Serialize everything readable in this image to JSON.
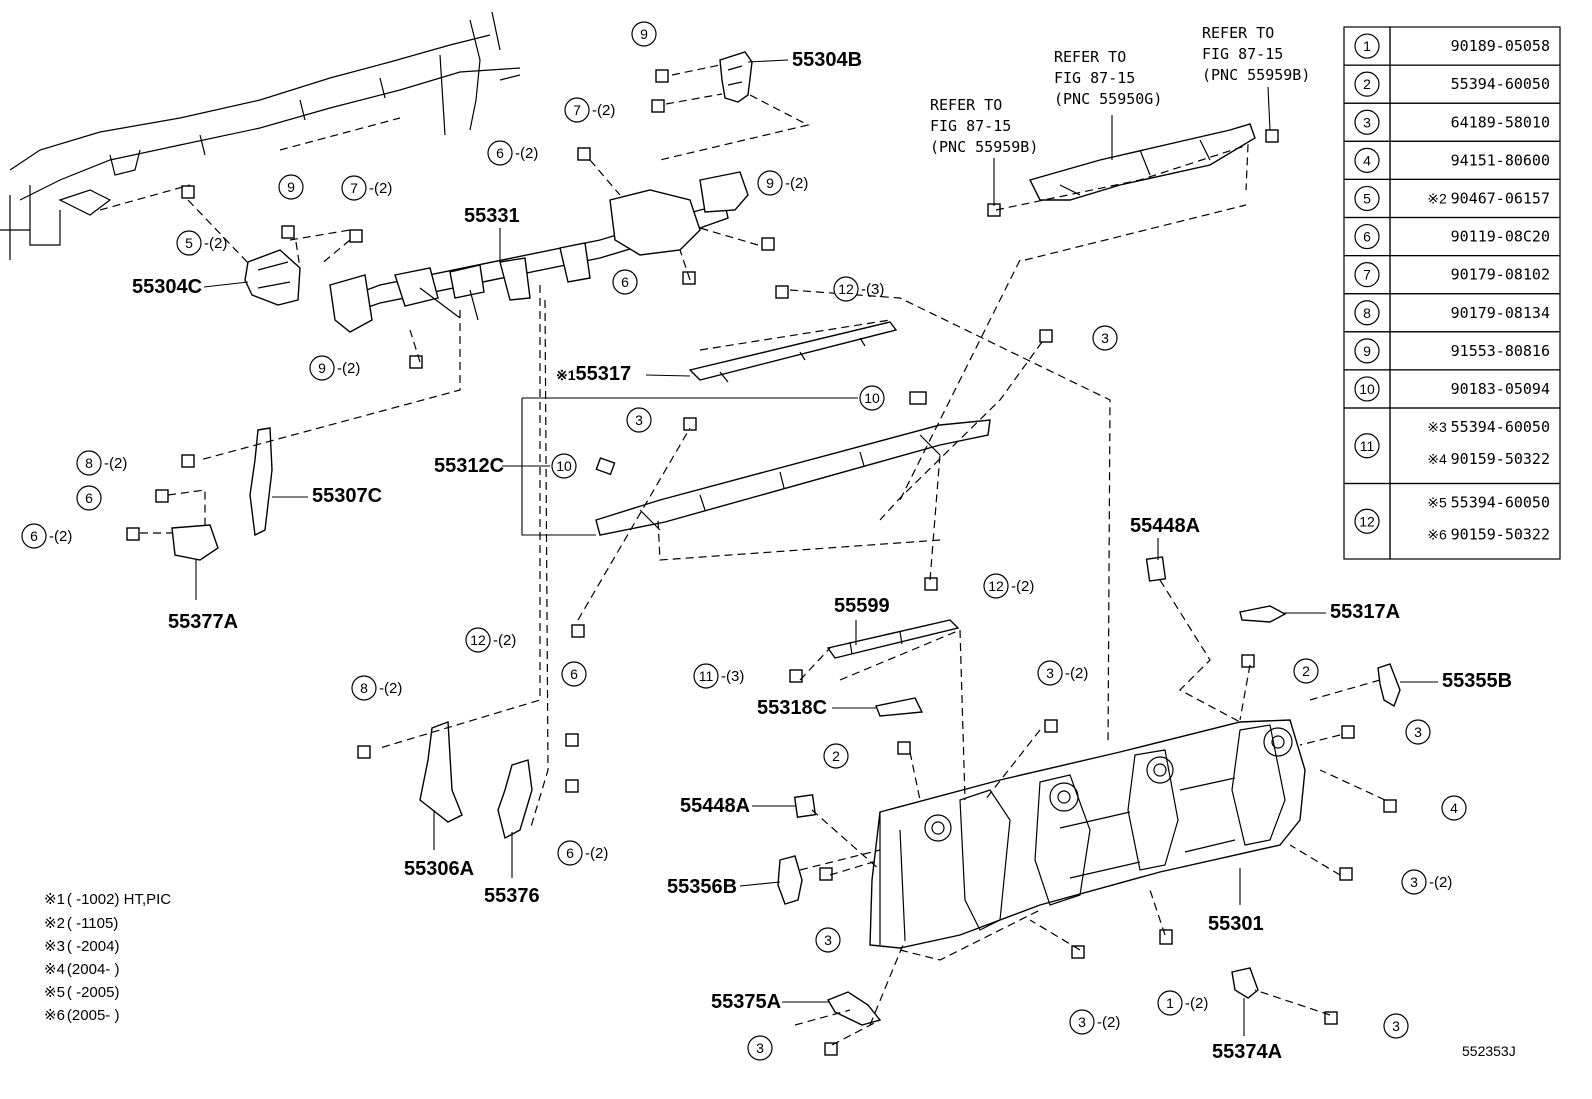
{
  "diagram": {
    "figure_code": "552353J",
    "part_labels": [
      "55304B",
      "55304C",
      "55331",
      "55317",
      "55312C",
      "55307C",
      "55377A",
      "55599",
      "55318C",
      "55306A",
      "55376",
      "55448A",
      "55356B",
      "55375A",
      "55317A",
      "55355B",
      "55301",
      "55374A",
      "55448A"
    ],
    "part_prefix_55317": "※1",
    "refer_notes": [
      {
        "line1": "REFER TO",
        "line2": "FIG 87-15",
        "line3": "(PNC 55959B)"
      },
      {
        "line1": "REFER TO",
        "line2": "FIG 87-15",
        "line3": "(PNC 55950G)"
      },
      {
        "line1": "REFER TO",
        "line2": "FIG 87-15",
        "line3": "(PNC 55959B)"
      }
    ],
    "callouts": [
      {
        "num": "9",
        "qty": ""
      },
      {
        "num": "7",
        "qty": "-(2)"
      },
      {
        "num": "6",
        "qty": "-(2)"
      },
      {
        "num": "9",
        "qty": "-(2)"
      },
      {
        "num": "9",
        "qty": ""
      },
      {
        "num": "7",
        "qty": "-(2)"
      },
      {
        "num": "5",
        "qty": "-(2)"
      },
      {
        "num": "6",
        "qty": ""
      },
      {
        "num": "12",
        "qty": "-(3)"
      },
      {
        "num": "9",
        "qty": "-(2)"
      },
      {
        "num": "3",
        "qty": ""
      },
      {
        "num": "10",
        "qty": ""
      },
      {
        "num": "3",
        "qty": ""
      },
      {
        "num": "10",
        "qty": ""
      },
      {
        "num": "8",
        "qty": "-(2)"
      },
      {
        "num": "6",
        "qty": ""
      },
      {
        "num": "6",
        "qty": "-(2)"
      },
      {
        "num": "12",
        "qty": "-(2)"
      },
      {
        "num": "12",
        "qty": "-(2)"
      },
      {
        "num": "11",
        "qty": "-(3)"
      },
      {
        "num": "3",
        "qty": "-(2)"
      },
      {
        "num": "8",
        "qty": "-(2)"
      },
      {
        "num": "6",
        "qty": ""
      },
      {
        "num": "6",
        "qty": "-(2)"
      },
      {
        "num": "2",
        "qty": ""
      },
      {
        "num": "2",
        "qty": ""
      },
      {
        "num": "3",
        "qty": ""
      },
      {
        "num": "4",
        "qty": ""
      },
      {
        "num": "3",
        "qty": "-(2)"
      },
      {
        "num": "3",
        "qty": ""
      },
      {
        "num": "3",
        "qty": "-(2)"
      },
      {
        "num": "1",
        "qty": "-(2)"
      },
      {
        "num": "3",
        "qty": ""
      },
      {
        "num": "3",
        "qty": ""
      }
    ]
  },
  "parts_table": [
    {
      "key": "1",
      "lines": [
        {
          "mark": "",
          "part": "90189-05058"
        }
      ]
    },
    {
      "key": "2",
      "lines": [
        {
          "mark": "",
          "part": "55394-60050"
        }
      ]
    },
    {
      "key": "3",
      "lines": [
        {
          "mark": "",
          "part": "64189-58010"
        }
      ]
    },
    {
      "key": "4",
      "lines": [
        {
          "mark": "",
          "part": "94151-80600"
        }
      ]
    },
    {
      "key": "5",
      "lines": [
        {
          "mark": "※2",
          "part": "90467-06157"
        }
      ]
    },
    {
      "key": "6",
      "lines": [
        {
          "mark": "",
          "part": "90119-08C20"
        }
      ]
    },
    {
      "key": "7",
      "lines": [
        {
          "mark": "",
          "part": "90179-08102"
        }
      ]
    },
    {
      "key": "8",
      "lines": [
        {
          "mark": "",
          "part": "90179-08134"
        }
      ]
    },
    {
      "key": "9",
      "lines": [
        {
          "mark": "",
          "part": "91553-80816"
        }
      ]
    },
    {
      "key": "10",
      "lines": [
        {
          "mark": "",
          "part": "90183-05094"
        }
      ]
    },
    {
      "key": "11",
      "lines": [
        {
          "mark": "※3",
          "part": "55394-60050"
        },
        {
          "mark": "※4",
          "part": "90159-50322"
        }
      ]
    },
    {
      "key": "12",
      "lines": [
        {
          "mark": "※5",
          "part": "55394-60050"
        },
        {
          "mark": "※6",
          "part": "90159-50322"
        }
      ]
    }
  ],
  "footnotes": [
    {
      "mark": "※1",
      "text": "(  -1002) HT,PIC"
    },
    {
      "mark": "※2",
      "text": "(  -1105)"
    },
    {
      "mark": "※3",
      "text": "(   -2004)"
    },
    {
      "mark": "※4",
      "text": "(2004-    )"
    },
    {
      "mark": "※5",
      "text": "(   -2005)"
    },
    {
      "mark": "※6",
      "text": "(2005-    )"
    }
  ]
}
